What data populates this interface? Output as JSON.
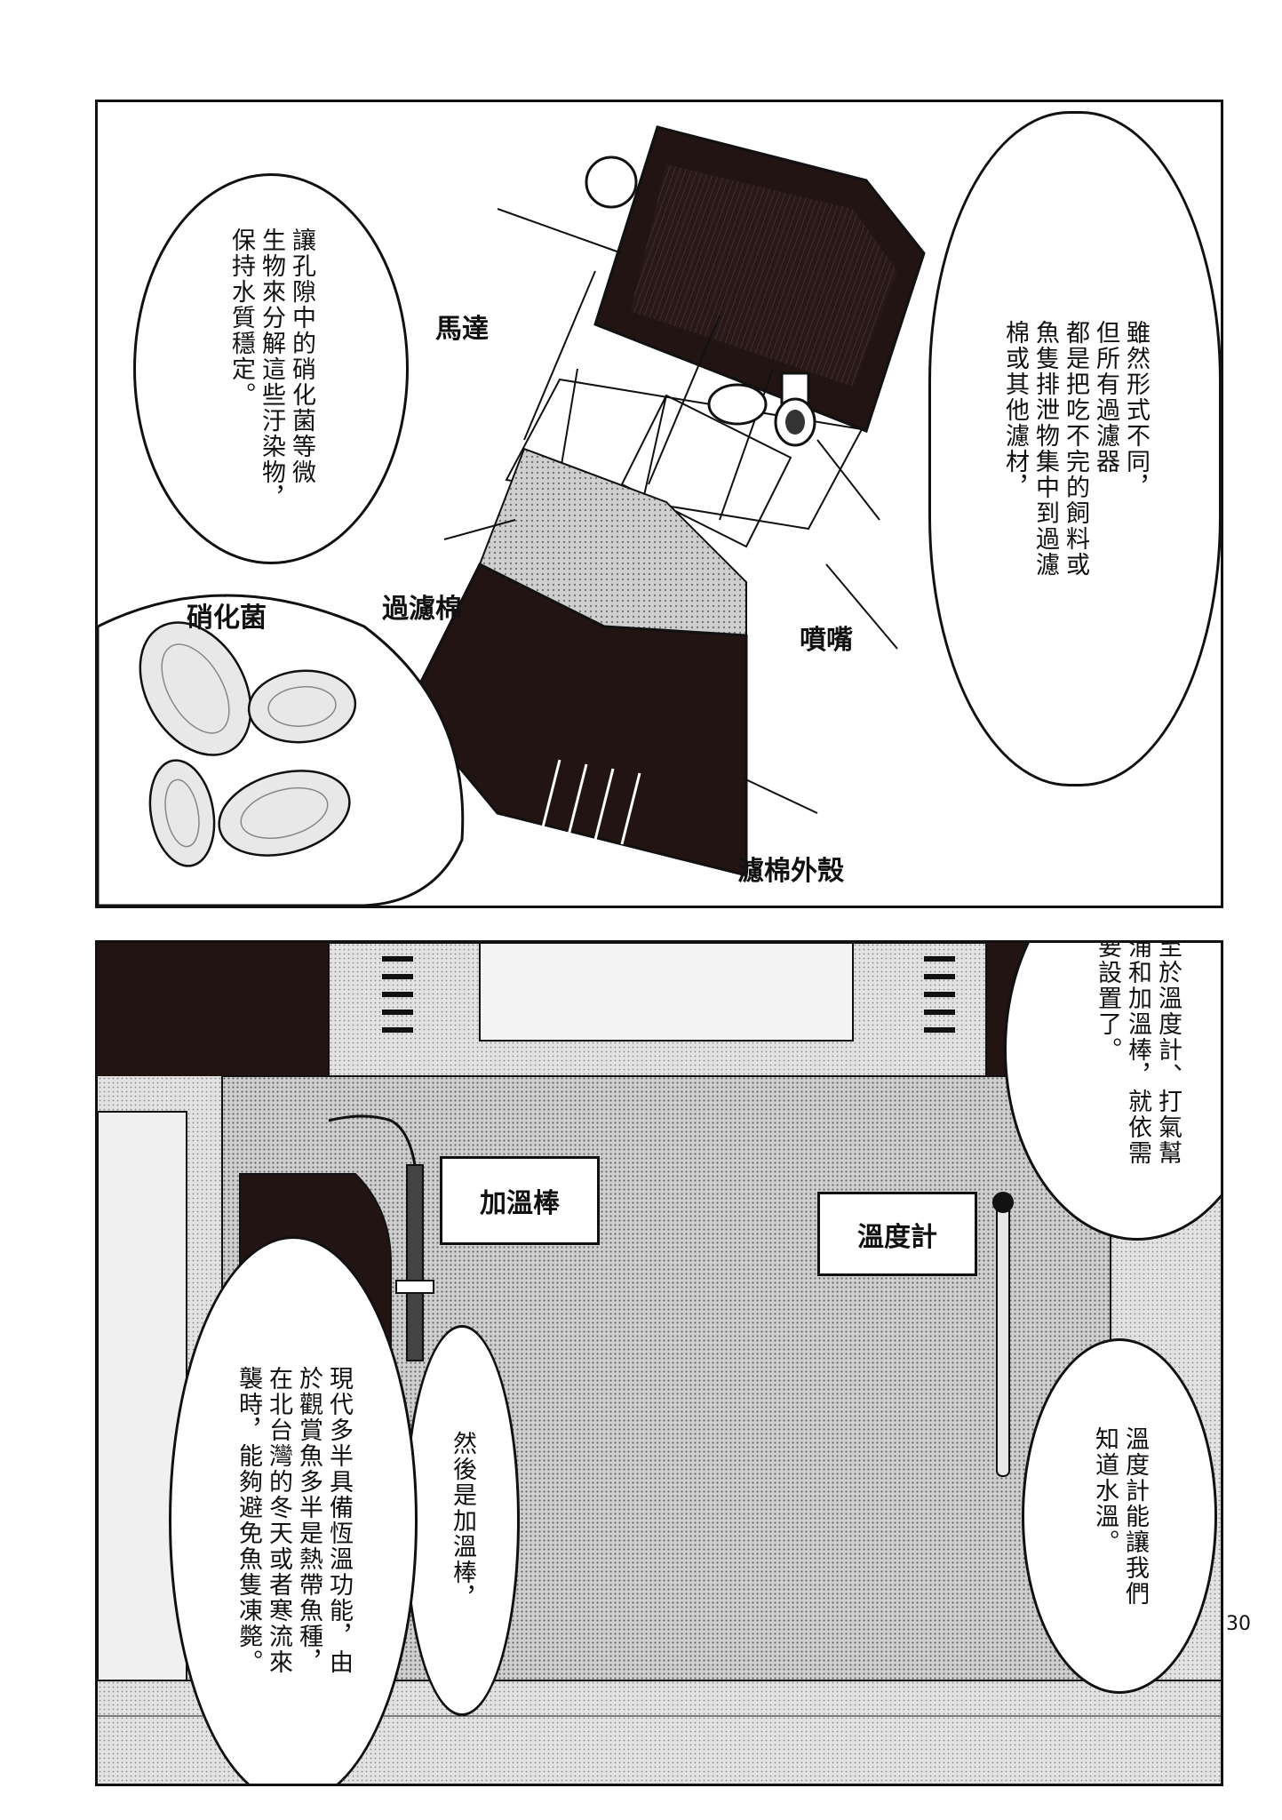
{
  "page_number": "30",
  "top_panel": {
    "bubbles": {
      "right": "雖然形式不同，\n但所有過濾器\n都是把吃不完的飼料或\n魚隻排泄物集中到過濾\n棉或其他濾材，",
      "left": "讓孔隙中的硝化菌等微\n生物來分解這些汙染物，\n保持水質穩定。"
    },
    "labels": {
      "motor": "馬達",
      "filter_cotton": "過濾棉",
      "nozzle": "噴嘴",
      "housing": "濾棉外殼",
      "nitrifying_bacteria": "硝化菌"
    }
  },
  "bottom_panel": {
    "bubbles": {
      "top_right": "至於溫度計、打氣幫\n浦和加溫棒，就依需\n要設置了。",
      "thermometer": "溫度計能讓我們\n知道水溫。",
      "then_heater": "然後是加溫棒，",
      "heater_desc": "現代多半具備恆溫功能，由\n於觀賞魚多半是熱帶魚種，\n在北台灣的冬天或者寒流來\n襲時，能夠避免魚隻凍斃。"
    },
    "labels": {
      "heater": "加溫棒",
      "thermometer": "溫度計"
    }
  }
}
